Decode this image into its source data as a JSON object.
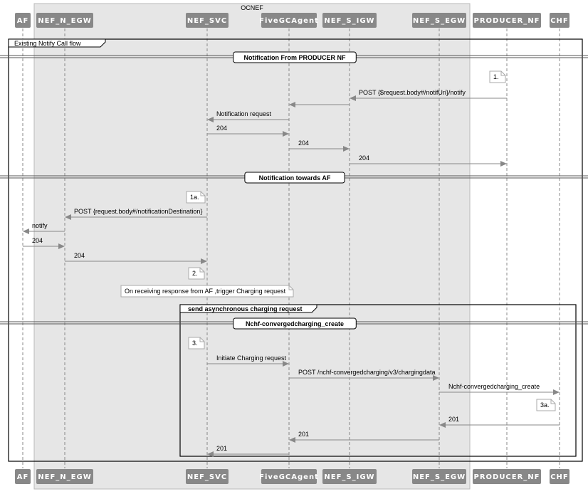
{
  "box_title": "OCNEF",
  "participants": [
    {
      "id": "af",
      "label": "AF"
    },
    {
      "id": "nef_n_egw",
      "label": "NEF_N_EGW"
    },
    {
      "id": "nef_svc",
      "label": "NEF_SVC"
    },
    {
      "id": "fivegc",
      "label": "FiveGCAgent"
    },
    {
      "id": "nef_s_igw",
      "label": "NEF_S_IGW"
    },
    {
      "id": "nef_s_egw",
      "label": "NEF_S_EGW"
    },
    {
      "id": "producer",
      "label": "PRODUCER_NF"
    },
    {
      "id": "chf",
      "label": "CHF"
    }
  ],
  "group_title": "Existing Notify Call flow",
  "inner_group_title": "send asynchronous charging request",
  "dividers": [
    {
      "label": "Notification From PRODUCER NF"
    },
    {
      "label": "Notification towards AF"
    },
    {
      "label": "Nchf-convergedcharging_create"
    }
  ],
  "notes": [
    {
      "text": "1."
    },
    {
      "text": "1a."
    },
    {
      "text": "2."
    },
    {
      "text": "On receiving response from AF ,trigger Charging request"
    },
    {
      "text": "3."
    },
    {
      "text": "3a."
    }
  ],
  "messages": [
    {
      "from": "producer",
      "to": "nef_s_igw",
      "label": "POST {$request.body#/notifUri}/notify"
    },
    {
      "from": "nef_s_igw",
      "to": "fivegc",
      "label": ""
    },
    {
      "from": "fivegc",
      "to": "nef_svc",
      "label": "Notification request"
    },
    {
      "from": "nef_svc",
      "to": "fivegc",
      "label": "204"
    },
    {
      "from": "fivegc",
      "to": "nef_s_igw",
      "label": "204"
    },
    {
      "from": "nef_s_igw",
      "to": "producer",
      "label": "204"
    },
    {
      "from": "nef_svc",
      "to": "nef_n_egw",
      "label": "POST {request.body#/notificationDestination}"
    },
    {
      "from": "nef_n_egw",
      "to": "af",
      "label": "notify"
    },
    {
      "from": "af",
      "to": "nef_n_egw",
      "label": "204"
    },
    {
      "from": "nef_n_egw",
      "to": "nef_svc",
      "label": "204"
    },
    {
      "from": "nef_svc",
      "to": "fivegc",
      "label": "Initiate Charging request"
    },
    {
      "from": "fivegc",
      "to": "nef_s_egw",
      "label": "POST /nchf-convergedcharging/v3/chargingdata"
    },
    {
      "from": "nef_s_egw",
      "to": "chf",
      "label": "Nchf-convergedcharging_create"
    },
    {
      "from": "chf",
      "to": "nef_s_egw",
      "label": "201"
    },
    {
      "from": "nef_s_egw",
      "to": "fivegc",
      "label": "201"
    },
    {
      "from": "fivegc",
      "to": "nef_svc",
      "label": "201"
    }
  ]
}
